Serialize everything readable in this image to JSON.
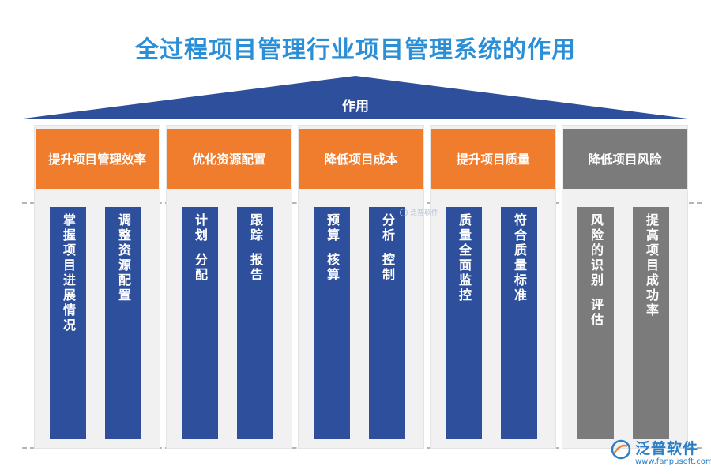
{
  "title": "全过程项目管理行业项目管理系统的作用",
  "roof_label": "作用",
  "colors": {
    "title": "#2a8fd6",
    "roof": "#2e4f9c",
    "orange": "#ef7d2d",
    "blue": "#2e4f9c",
    "gray": "#7b7b7b"
  },
  "pillars": [
    {
      "header": "提升项目管理效率",
      "style": "orange",
      "bars": [
        {
          "lines": [
            "掌握项目进展情况"
          ]
        },
        {
          "lines": [
            "调整资源配置"
          ]
        }
      ]
    },
    {
      "header": "优化资源配置",
      "style": "orange",
      "bars": [
        {
          "lines": [
            "计划",
            "分配"
          ]
        },
        {
          "lines": [
            "跟踪",
            "报告"
          ]
        }
      ]
    },
    {
      "header": "降低项目成本",
      "style": "orange",
      "bars": [
        {
          "lines": [
            "预算",
            "核算"
          ]
        },
        {
          "lines": [
            "分析",
            "控制"
          ]
        }
      ]
    },
    {
      "header": "提升项目质量",
      "style": "orange",
      "bars": [
        {
          "lines": [
            "质量全面监控"
          ]
        },
        {
          "lines": [
            "符合质量标准"
          ]
        }
      ]
    },
    {
      "header": "降低项目风险",
      "style": "gray",
      "bars": [
        {
          "lines": [
            "风险的识别",
            "评估"
          ]
        },
        {
          "lines": [
            "提高项目成功率"
          ]
        }
      ]
    }
  ],
  "watermark": {
    "small": "泛普软件",
    "brand": "泛普软件",
    "url": "www.fanpusoft.com",
    "icon": "fanpu-logo-icon"
  }
}
